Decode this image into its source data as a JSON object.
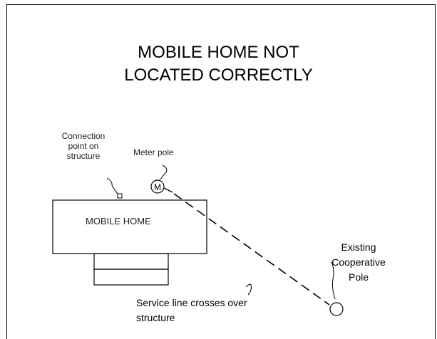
{
  "title": {
    "line1": "MOBILE HOME NOT",
    "line2": "LOCATED CORRECTLY"
  },
  "labels": {
    "connection_point": [
      "Connection",
      "point on",
      "structure"
    ],
    "meter_pole": "Meter pole",
    "meter_symbol": "M",
    "mobile_home": "MOBILE HOME",
    "existing_pole": [
      "Existing",
      "Cooperative",
      "Pole"
    ],
    "service_line": [
      "Service line crosses over",
      "structure"
    ]
  }
}
